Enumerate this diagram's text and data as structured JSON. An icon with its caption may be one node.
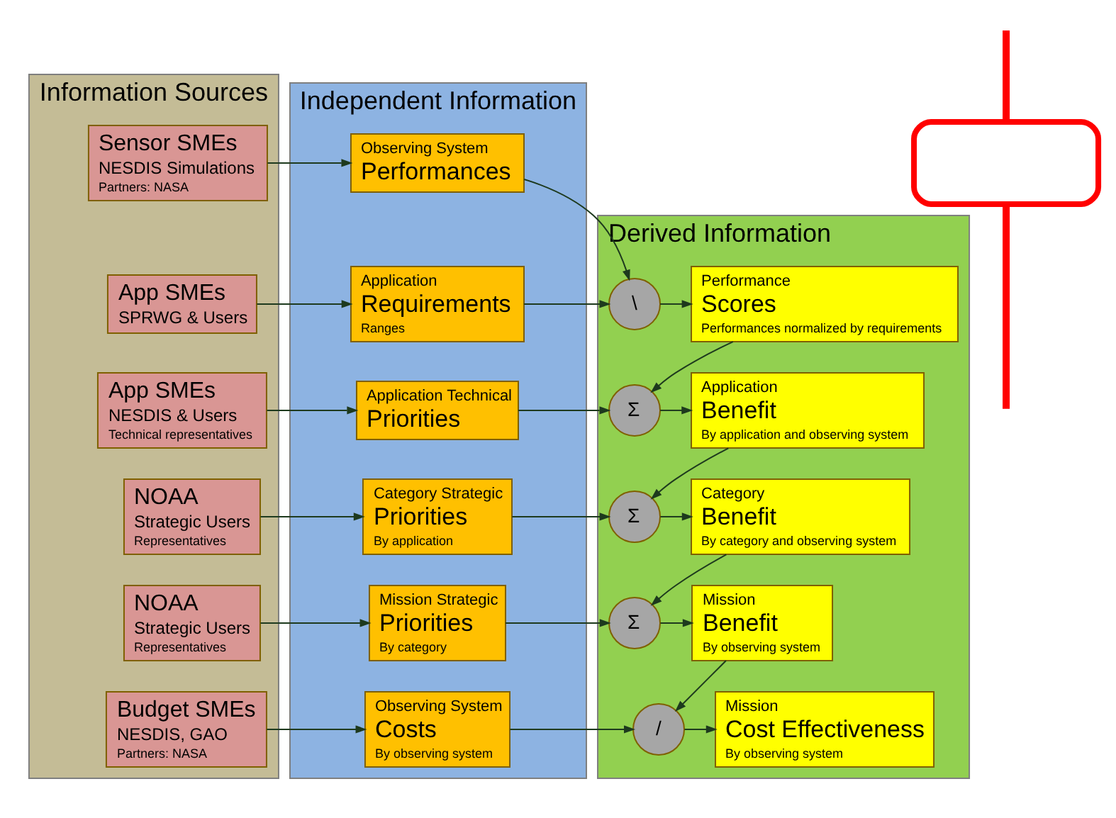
{
  "diagram": {
    "nodes": [
      {
        "text": [
          "Information Sources"
        ]
      },
      {
        "text": [
          "Independent Information"
        ]
      },
      {
        "text": [
          "Derived Information"
        ]
      },
      {
        "text": [
          "Sensor SMEs",
          "NESDIS Simulations",
          "Partners: NASA"
        ],
        "in": 0
      },
      {
        "text": [
          "App SMEs",
          "SPRWG & Users"
        ],
        "in": 0
      },
      {
        "text": [
          "App SMEs",
          "NESDIS & Users",
          "Technical representatives"
        ],
        "in": 0
      },
      {
        "text": [
          "NOAA",
          "Strategic Users",
          "Representatives"
        ],
        "in": 0
      },
      {
        "text": [
          "NOAA",
          "Strategic Users",
          "Representatives"
        ],
        "in": 0
      },
      {
        "text": [
          "Budget SMEs",
          "NESDIS, GAO",
          "Partners: NASA"
        ],
        "in": 0
      },
      {
        "text": [
          "Observing System",
          "Performances"
        ],
        "in": 1
      },
      {
        "text": [
          "Application",
          "Requirements",
          "Ranges"
        ],
        "in": 1
      },
      {
        "text": [
          "Application Technical",
          "Priorities"
        ],
        "in": 1
      },
      {
        "text": [
          "Category Strategic",
          "Priorities",
          "By application"
        ],
        "in": 1
      },
      {
        "text": [
          "Mission Strategic",
          "Priorities",
          "By category"
        ],
        "in": 1
      },
      {
        "text": [
          "Observing System",
          "Costs",
          "By observing system"
        ],
        "in": 1
      },
      {
        "text": [
          "\\"
        ],
        "in": 2
      },
      {
        "text": [
          "Performance",
          "Scores",
          "Performances normalized by requirements"
        ],
        "in": 2
      },
      {
        "text": [
          "Σ"
        ],
        "in": 2
      },
      {
        "text": [
          "Application",
          "Benefit",
          "By application and observing system"
        ],
        "in": 2
      },
      {
        "text": [
          "Σ"
        ],
        "in": 2
      },
      {
        "text": [
          "Category",
          "Benefit",
          "By category and observing system"
        ],
        "in": 2
      },
      {
        "text": [
          "Σ"
        ],
        "in": 2
      },
      {
        "text": [
          "Mission",
          "Benefit",
          "By observing system"
        ],
        "in": 2
      },
      {
        "text": [
          "/"
        ],
        "in": 2
      },
      {
        "text": [
          "Mission",
          "Cost Effectiveness",
          "By observing system"
        ],
        "in": 2
      },
      {
        "text": [],
        "shape": "box"
      }
    ],
    "edges": [
      {
        "from": 3,
        "to": 9,
        "arrow": "to"
      },
      {
        "from": 4,
        "to": 10,
        "arrow": "to"
      },
      {
        "from": 5,
        "to": 11,
        "arrow": "to"
      },
      {
        "from": 6,
        "to": 12,
        "arrow": "to"
      },
      {
        "from": 7,
        "to": 13,
        "arrow": "to"
      },
      {
        "from": 8,
        "to": 14,
        "arrow": "to"
      },
      {
        "from": 9,
        "to": 15,
        "arrow": "to"
      },
      {
        "from": 10,
        "to": 15,
        "arrow": "to"
      },
      {
        "from": 15,
        "to": 16,
        "arrow": "to"
      },
      {
        "from": 16,
        "to": 17,
        "arrow": "to"
      },
      {
        "from": 11,
        "to": 17,
        "arrow": "to"
      },
      {
        "from": 17,
        "to": 18,
        "arrow": "to"
      },
      {
        "from": 18,
        "to": 19,
        "arrow": "to"
      },
      {
        "from": 12,
        "to": 19,
        "arrow": "to"
      },
      {
        "from": 19,
        "to": 20,
        "arrow": "to"
      },
      {
        "from": 20,
        "to": 21,
        "arrow": "to"
      },
      {
        "from": 13,
        "to": 21,
        "arrow": "to"
      },
      {
        "from": 21,
        "to": 22,
        "arrow": "to"
      },
      {
        "from": 22,
        "to": 23,
        "arrow": "to"
      },
      {
        "from": 14,
        "to": 23,
        "arrow": "to"
      },
      {
        "from": 23,
        "to": 24,
        "arrow": "to"
      },
      {
        "from": null,
        "to": 25,
        "arrow": "none",
        "style": "thick",
        "color": "#ff0000"
      },
      {
        "from": 25,
        "to": null,
        "arrow": "none",
        "style": "thick",
        "color": "#ff0000"
      }
    ]
  }
}
